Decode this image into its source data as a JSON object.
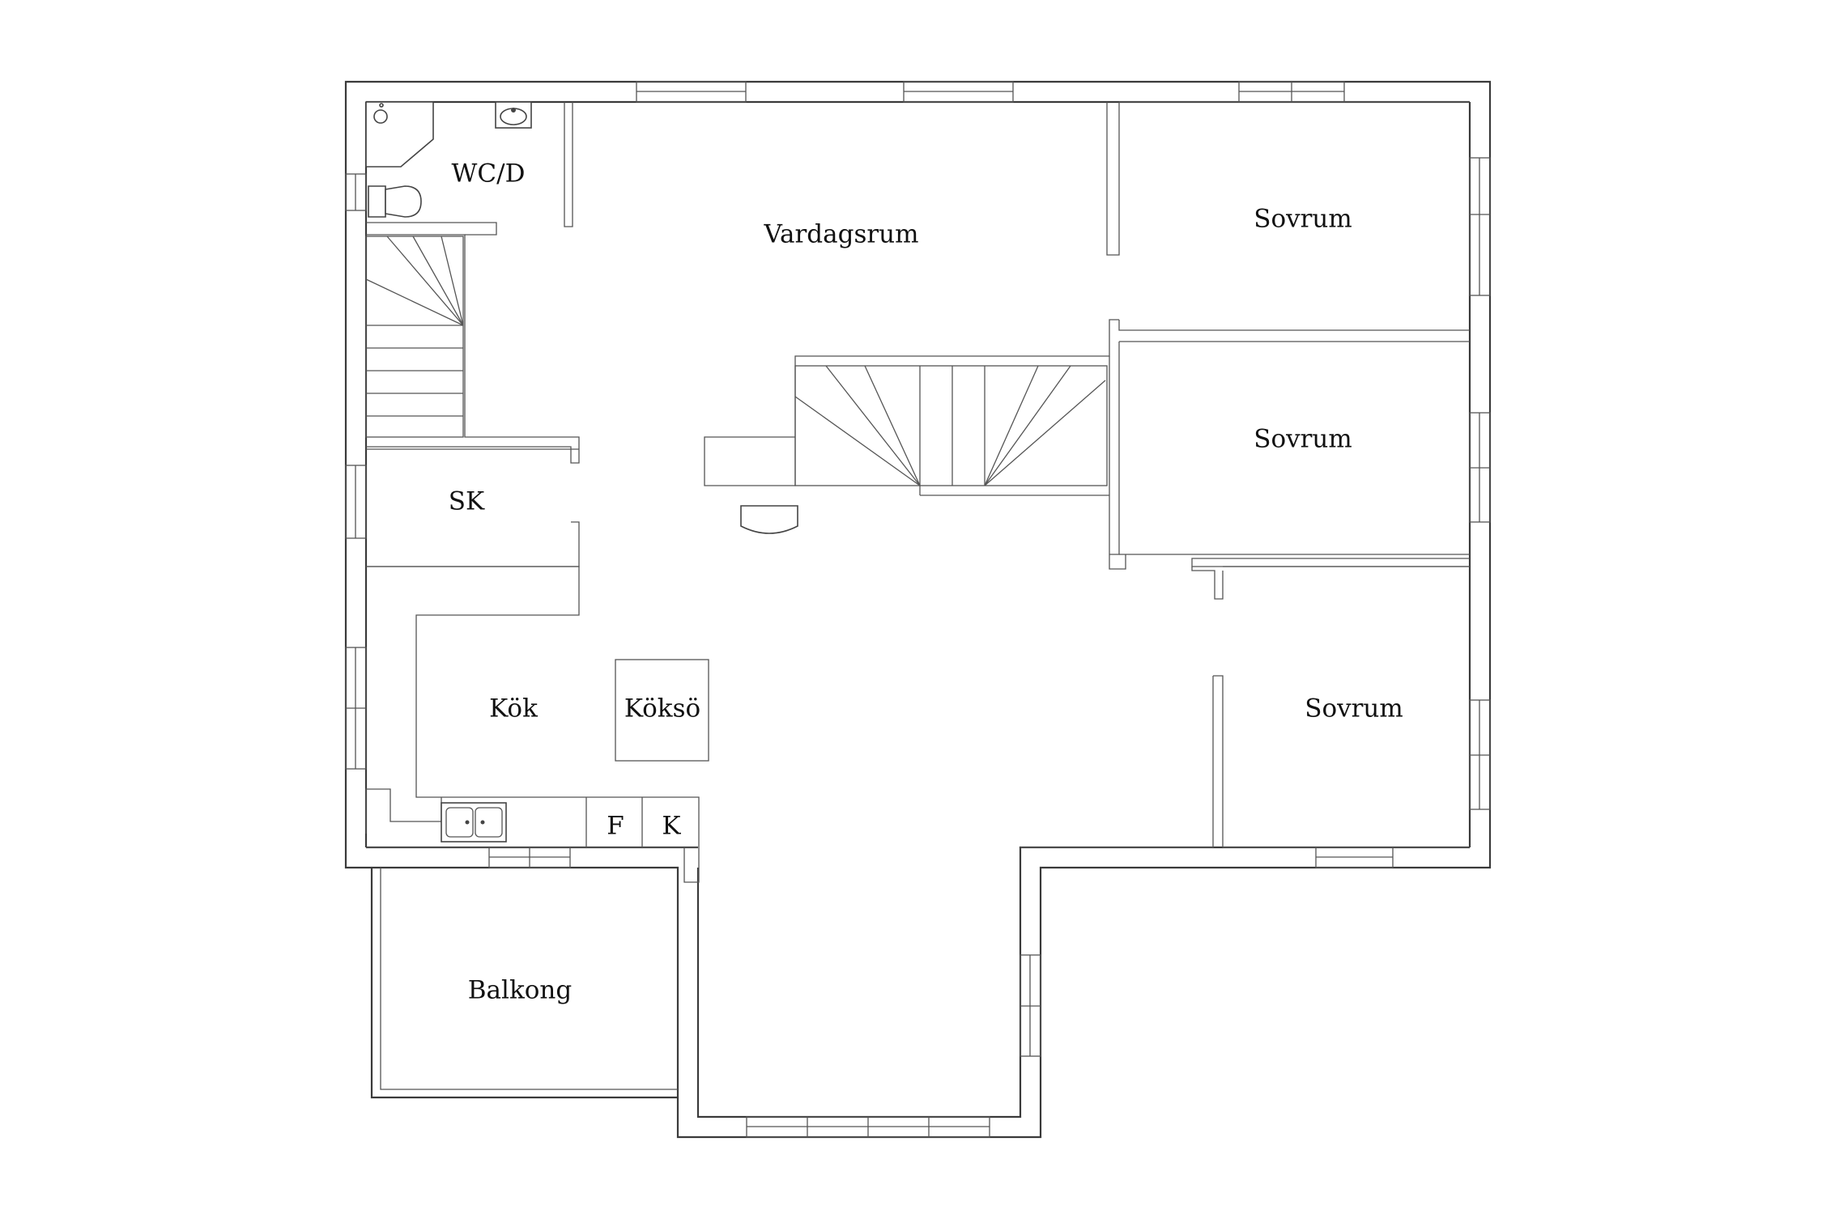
{
  "rooms": {
    "wc": "WC/D",
    "vardagsrum": "Vardagsrum",
    "sovrum_1": "Sovrum",
    "sovrum_2": "Sovrum",
    "sovrum_3": "Sovrum",
    "sk": "SK",
    "kok": "Kök",
    "koksö": "Köksö",
    "freezer": "F",
    "fridge": "K",
    "balkong": "Balkong"
  }
}
